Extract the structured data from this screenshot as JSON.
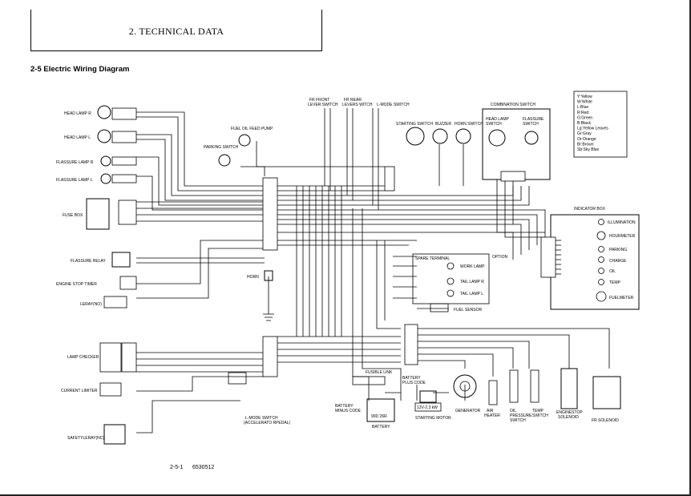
{
  "header": {
    "title": "2. TECHNICAL DATA"
  },
  "section_title": "2-5 Electric Wiring Diagram",
  "footer": {
    "page": "2-5-1",
    "code": "6530512"
  },
  "labels": {
    "head_lamp_r": "HEAD LAMP R",
    "head_lamp_l": "HEAD LAMP L",
    "flassure_lamp_r": "FLASSURE LAMP R",
    "flassure_lamp_l": "FLASSURE LAMP L",
    "fuse_box": "FUSE BOX",
    "flassure_relay": "FLASSURE RELAY",
    "engine_stop_timer": "ENGINE STOP TIMER",
    "leray_no": "LERAY(NO)",
    "lamp_checker": "LAMP CHECKER",
    "current_limiter": "CURRENT LIMITER",
    "safetyleray_nc": "SAFETYLERAY(NC)",
    "fuel_oil_feed_pump": "FUEL OIL FEED PUMP",
    "parking_switch": "PARKING SWITCH",
    "horn": "HORN",
    "fr_front_1": "FR FRONT",
    "fr_front_2": "LEVER SWITCH",
    "fr_rear_1": "FR REAR",
    "fr_rear_2": "LEVERS WITCH",
    "l_mode_switch_top": "L-MODE SWITCH",
    "starting_switch": "STARTING SWITCH",
    "buzzer": "BUZZER",
    "horn_switch": "HORN SWITCH",
    "combination_switch": "COMBINATION SWITCH",
    "head_lamp_switch_1": "HEAD LAMP",
    "head_lamp_switch_2": "SWITCH",
    "flassure_switch_1": "FLASSURE",
    "flassure_switch_2": "SWITCH",
    "option": "OPTION",
    "spare_terminal": "SPARE TERMINAL",
    "work_lamp": "WORK LAMP",
    "tail_lamp_r": "TAIL LAMP R",
    "tail_lamp_l": "TAIL LAMP L",
    "fuel_sensor": "FUEL SENSOR",
    "indicator_box": "INDICATOR BOX",
    "illumination": "ILLUMINATION",
    "hourmeter": "HOURMETER",
    "parking": "PARKING",
    "charge": "CHARGE",
    "oil": "OIL",
    "temp": "TEMP",
    "fuelmeter": "FUELMETER",
    "fusible_link": "FUSIBLE LINK",
    "battery_plus_1": "BATTERY",
    "battery_plus_2": "PLUS CODE",
    "battery_minus_1": "BATTERY",
    "battery_minus_2": "MINUS CODE",
    "battery_spec": "90D 26R",
    "battery": "BATTERY",
    "starter_spec": "12V-2.3 kW",
    "starting_motor": "STARTING MOTOR",
    "generator": "GENERATOR",
    "air_heater_1": "AIR",
    "air_heater_2": "HEATER",
    "oil_pressure_1": "OIL",
    "oil_pressure_2": "PRESSURE",
    "oil_pressure_3": "SWITCH",
    "temp_switch_1": "TEMP",
    "temp_switch_2": "SWITCH",
    "enginestop_1": "ENGINESTOP",
    "enginestop_2": "SOLENOID",
    "fr_solenoid": "FR SOLENOID",
    "l_mode_bottom_1": "L-MODE SWITCH",
    "l_mode_bottom_2": "(ACCELERATO RPEDAL)"
  },
  "color_legend": [
    "Y:Yellow",
    "W:White",
    "L:Blue",
    "R:Red",
    "G:Green",
    "B:Black",
    "Lg:Yellow Leaves",
    "Gr:Gray",
    "Or:Orange",
    "Br:Brown",
    "Sb:Sky Blue"
  ]
}
